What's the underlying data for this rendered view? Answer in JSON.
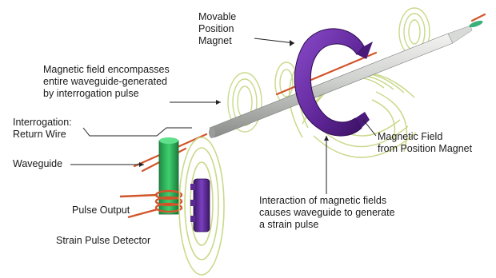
{
  "labels": {
    "movable_magnet": [
      "Movable",
      "Position",
      "Magnet"
    ],
    "field_encompasses": [
      "Magnetic field encompasses",
      "entire waveguide-generated",
      "by interrogation pulse"
    ],
    "interrogation": [
      "Interrogation:",
      "Return Wire"
    ],
    "waveguide": "Waveguide",
    "magnet_field": [
      "Magnetic Field",
      "from Position Magnet"
    ],
    "interaction": [
      "Interaction of magnetic fields",
      "causes waveguide to generate",
      "a strain pulse"
    ],
    "pulse_output": "Pulse Output",
    "strain_detector": "Strain Pulse Detector"
  },
  "colors": {
    "magnet": "#6b2fa0",
    "magnet_dark": "#3e1466",
    "field_rings": "#c9d98a",
    "copper_wire": "#d2552a",
    "green_block": "#2fae5a",
    "waveguide_tube": "#c7c9c6"
  }
}
